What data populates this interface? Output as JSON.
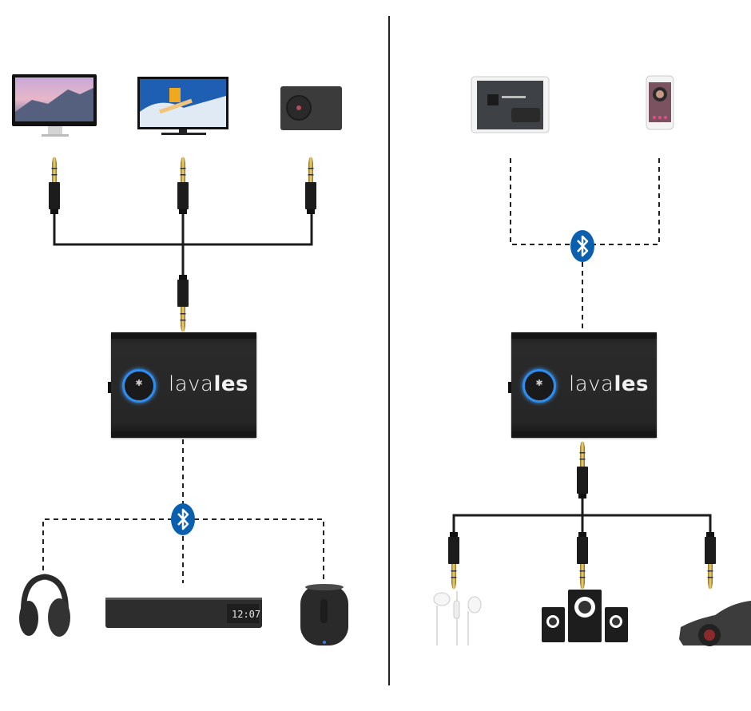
{
  "diagram": {
    "title": "Bluetooth transmitter / receiver usage diagram",
    "left_panel": {
      "mode": "transmitter",
      "sources": [
        {
          "name": "computer monitor",
          "icon": "monitor-icon"
        },
        {
          "name": "television",
          "icon": "tv-icon"
        },
        {
          "name": "audio device",
          "icon": "audio-box-icon"
        }
      ],
      "connection_in": "3.5mm AUX cable",
      "device": {
        "brand_light": "lava",
        "brand_bold": "les",
        "button_glyph": "✱"
      },
      "connection_out": "bluetooth",
      "outputs": [
        {
          "name": "wireless headphones",
          "icon": "headphones-icon"
        },
        {
          "name": "soundbar",
          "icon": "soundbar-icon",
          "display": "12:07"
        },
        {
          "name": "bluetooth speaker",
          "icon": "speaker-icon"
        }
      ]
    },
    "right_panel": {
      "mode": "receiver",
      "sources": [
        {
          "name": "tablet",
          "icon": "tablet-icon"
        },
        {
          "name": "smartphone",
          "icon": "phone-icon"
        }
      ],
      "connection_in": "bluetooth",
      "device": {
        "brand_light": "lava",
        "brand_bold": "les",
        "button_glyph": "✱"
      },
      "connection_out": "3.5mm AUX cable",
      "outputs": [
        {
          "name": "wired earphones",
          "icon": "earphones-icon"
        },
        {
          "name": "computer speakers",
          "icon": "pc-speakers-icon"
        },
        {
          "name": "car",
          "icon": "car-icon"
        }
      ]
    },
    "colors": {
      "bluetooth": "#0a5fae",
      "hub_ring": "#2f8cf0",
      "gold_plug": "#d4a93a"
    }
  }
}
